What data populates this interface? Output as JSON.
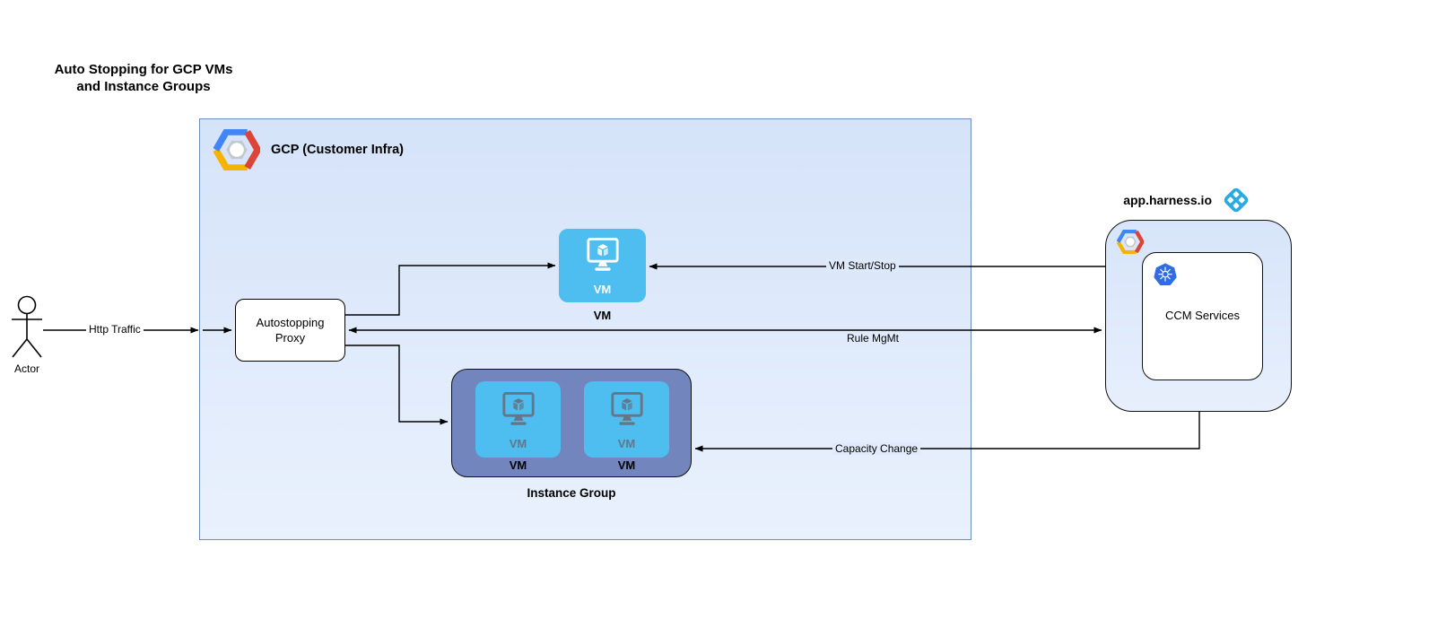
{
  "title": {
    "line1": "Auto Stopping for GCP VMs",
    "line2": "and Instance Groups"
  },
  "actor": {
    "label": "Actor"
  },
  "gcp_box": {
    "label": "GCP (Customer Infra)"
  },
  "proxy": {
    "label": "Autostopping Proxy"
  },
  "vm": {
    "tile_label": "VM",
    "caption": "VM"
  },
  "instance_group": {
    "caption": "Instance Group",
    "tiles": [
      {
        "tile_label": "VM",
        "caption": "VM"
      },
      {
        "tile_label": "VM",
        "caption": "VM"
      }
    ]
  },
  "harness": {
    "domain": "app.harness.io",
    "ccm_label": "CCM Services"
  },
  "edges": {
    "http_traffic": "Http Traffic",
    "vm_start_stop": "VM Start/Stop",
    "rule_mgmt": "Rule MgMt",
    "capacity_change": "Capacity Change"
  },
  "icons": {
    "gcp": "gcp-logo-icon",
    "harness": "harness-logo-icon",
    "kubernetes": "kubernetes-icon",
    "vm": "vm-monitor-icon",
    "actor": "actor-figure-icon"
  },
  "colors": {
    "gcp_box_border": "#6C8EBF",
    "gcp_box_fill": "#DAE8FC",
    "vm_tile_blue": "#4DBEEF",
    "instance_group_fill": "#7385BD",
    "harness_box_fill": "#DBE8FC",
    "harness_logo_blue": "#29ABE2",
    "kubernetes_blue": "#326CE5",
    "gcp_logo_blue": "#4285F4",
    "gcp_logo_red": "#DB4437",
    "gcp_logo_yellow": "#F4B400",
    "line_color": "#000000"
  }
}
